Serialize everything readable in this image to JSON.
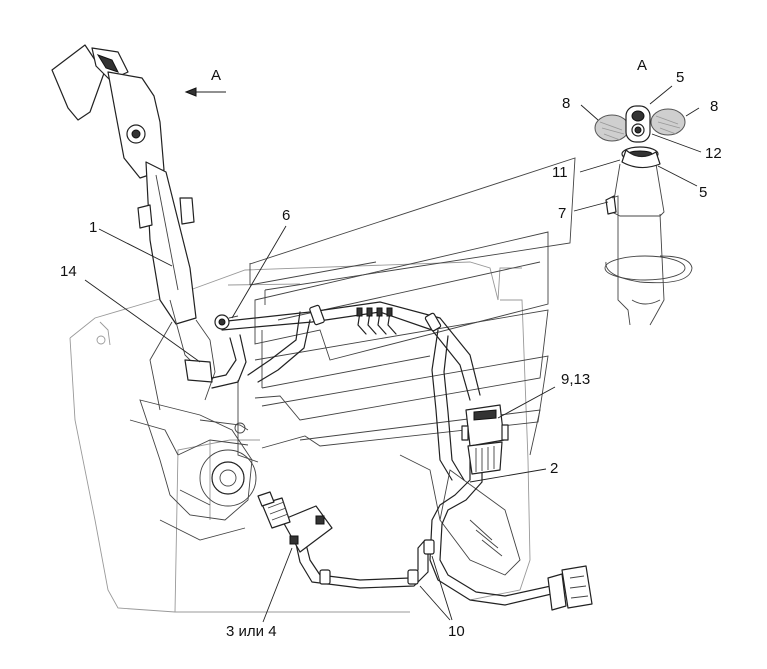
{
  "view_marker": {
    "letter": "А",
    "arrow": "arrow-left"
  },
  "detail_view": {
    "title": "А"
  },
  "callouts": {
    "c1": "1",
    "c2": "2",
    "c3": "3 или 4",
    "c5a": "5",
    "c5b": "5",
    "c6": "6",
    "c7": "7",
    "c8a": "8",
    "c8b": "8",
    "c9": "9,13",
    "c10": "10",
    "c11": "11",
    "c12": "12",
    "c14": "14"
  },
  "colors": {
    "line": "#222222",
    "background": "#ffffff"
  }
}
